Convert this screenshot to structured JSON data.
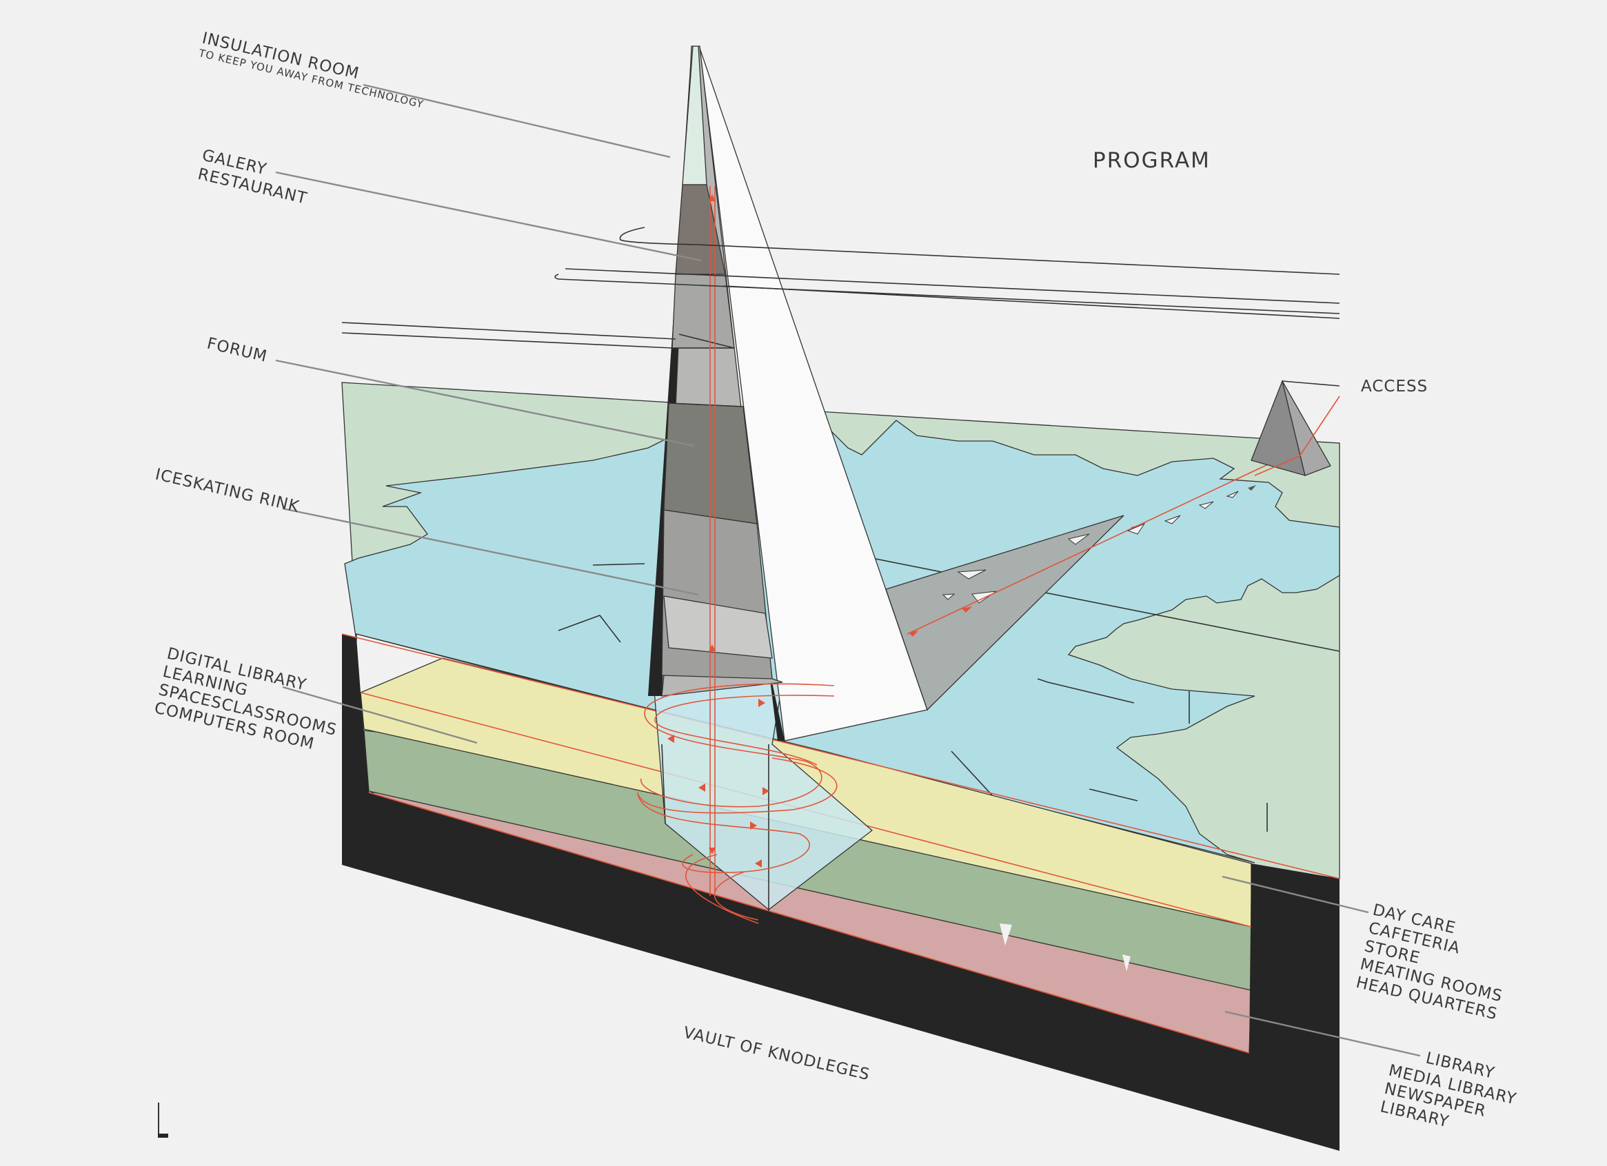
{
  "title": "PROGRAM",
  "labels": {
    "insulation_1": "INSULATION ROOM",
    "insulation_2": "TO KEEP YOU AWAY FROM TECHNOLOGY",
    "galery_1": "GALERY",
    "galery_2": "RESTAURANT",
    "forum": "FORUM",
    "iceskating": "ICESKATING RINK",
    "digital_1": "DIGITAL LIBRARY",
    "digital_2": "LEARNING",
    "digital_3": "SPACESCLASSROOMS",
    "digital_4": "COMPUTERS ROOM",
    "access": "ACCESS",
    "daycare_1": "DAY CARE",
    "daycare_2": "CAFETERIA",
    "daycare_3": "STORE",
    "daycare_4": "MEATING ROOMS",
    "daycare_5": "HEAD QUARTERS",
    "library_1": "LIBRARY",
    "library_2": "MEDIA LIBRARY",
    "library_3": "NEWSPAPER",
    "library_4": "LIBRARY",
    "vault": "VAULT OF KNODLEGES"
  },
  "colors": {
    "background": "#f1f1f1",
    "land": "#c9dfcc",
    "water": "#b1dee4",
    "yellow_floor": "#ece9b0",
    "green_floor": "#a0b998",
    "pink_floor": "#d3a7a5",
    "wall": "#252525",
    "accent": "#e2553a"
  }
}
